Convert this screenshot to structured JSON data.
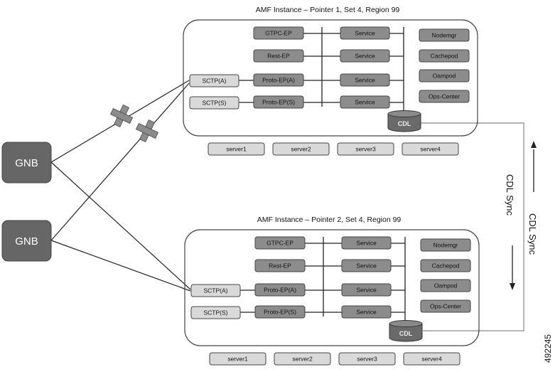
{
  "gnb_nodes": [
    {
      "label": "GNB"
    },
    {
      "label": "GNB"
    }
  ],
  "instances": [
    {
      "title": "AMF Instance – Pointer 1, Set 4, Region 99",
      "sctp": [
        "SCTP(A)",
        "SCTP(S)"
      ],
      "endpoints": [
        "GTPC-EP",
        "Rest-EP",
        "Proto-EP(A)",
        "Proto-EP(S)"
      ],
      "services": [
        "Service",
        "Service",
        "Service",
        "Service"
      ],
      "pods": [
        "Nodemgr",
        "Cachepod",
        "Oampod",
        "Ops-Center"
      ],
      "cdl": "CDL",
      "servers": [
        "server1",
        "server2",
        "server3",
        "server4"
      ]
    },
    {
      "title": "AMF Instance – Pointer 2, Set 4, Region 99",
      "sctp": [
        "SCTP(A)",
        "SCTP(S)"
      ],
      "endpoints": [
        "GTPC-EP",
        "Rest-EP",
        "Proto-EP(A)",
        "Proto-EP(S)"
      ],
      "services": [
        "Service",
        "Service",
        "Service",
        "Service"
      ],
      "pods": [
        "Nodemgr",
        "Cachepod",
        "Oampod",
        "Ops-Center"
      ],
      "cdl": "CDL",
      "servers": [
        "server1",
        "server2",
        "server3",
        "server4"
      ]
    }
  ],
  "sync": {
    "left_label": "CDL Sync",
    "right_label": "CDL Sync"
  },
  "failed_link_marker": "cross-icon",
  "figure_number": "492245",
  "colors": {
    "gnb_fill": "#666666",
    "dark_box_fill": "#8c8c8c",
    "light_box_fill": "#d9d9d9",
    "cdl_fill": "#6a6a6a",
    "line": "#222222"
  }
}
